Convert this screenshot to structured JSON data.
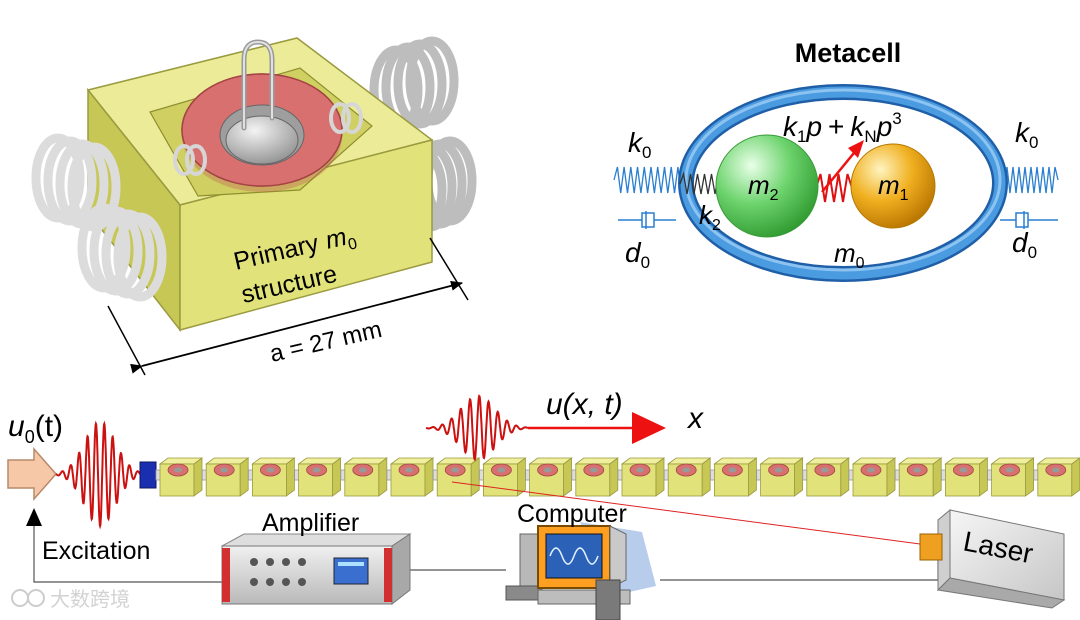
{
  "primary": {
    "label_line1": "Primary",
    "label_m": "m",
    "label_sub": "0",
    "label_line2": "structure",
    "dimension": "a = 27 mm"
  },
  "metacell": {
    "title": "Metacell",
    "k0": "k",
    "k0_sub": "0",
    "d0": "d",
    "d0_sub": "0",
    "k2": "k",
    "k2_sub": "2",
    "m2": "m",
    "m2_sub": "2",
    "m1": "m",
    "m1_sub": "1",
    "m0": "m",
    "m0_sub": "0",
    "k1": "k",
    "k1_sub": "1",
    "p": "p",
    "plus": "+",
    "kN": "k",
    "kN_sub": "N",
    "p3": "p",
    "p3_sup": "3"
  },
  "setup": {
    "input_u": "u",
    "input_sub": "0",
    "input_arg": "(t)",
    "wave_label": "u(x, t)",
    "axis_label": "x",
    "excitation": "Excitation",
    "amplifier": "Amplifier",
    "computer": "Computer",
    "laser": "Laser",
    "cell_count": 20
  },
  "watermark": "大数跨境",
  "colors": {
    "block": "#e2e27a",
    "ring": "#d87070",
    "oval": "#3d8fd6",
    "green_mass": "#6ed46e",
    "orange_mass": "#f0b020",
    "wave": "#cc1111",
    "arrow": "#ee1111"
  }
}
